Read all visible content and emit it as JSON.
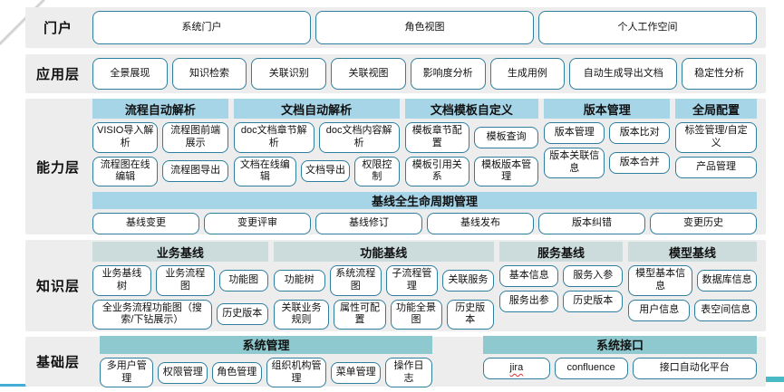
{
  "colors": {
    "band_bg": "#ededed",
    "node_border": "#2e7e9e",
    "capability_header": "#a6d5e8",
    "knowledge_header": "#ccdcdc",
    "foundation_header": "#8dc9cf",
    "bottom_line": "#45aed6",
    "arrow": "#4ab9c6",
    "corner_line": "#c9c9c9",
    "spellcheck_underline": "#e03030"
  },
  "layers": [
    {
      "id": "portal",
      "label": "门户",
      "buttons": [
        {
          "label": "系统门户"
        },
        {
          "label": "角色视图"
        },
        {
          "label": "个人工作空间"
        }
      ]
    },
    {
      "id": "application",
      "label": "应用层",
      "buttons": [
        {
          "label": "全景展现"
        },
        {
          "label": "知识检索"
        },
        {
          "label": "关联识别"
        },
        {
          "label": "关联视图"
        },
        {
          "label": "影响度分析"
        },
        {
          "label": "生成用例"
        },
        {
          "label": "自动生成导出文档",
          "flex": 1.5
        },
        {
          "label": "稳定性分析"
        }
      ]
    },
    {
      "id": "capability",
      "label": "能力层",
      "header_color": "#a6d5e8",
      "groups": [
        {
          "id": "process-auto-parse",
          "title": "流程自动解析",
          "flex": 150,
          "rows": [
            [
              {
                "label": "VISIO导入解析"
              },
              {
                "label": "流程图前端展示"
              }
            ],
            [
              {
                "label": "流程图在线编辑"
              },
              {
                "label": "流程图导出"
              }
            ]
          ]
        },
        {
          "id": "doc-auto-parse",
          "title": "文档自动解析",
          "flex": 183,
          "rows": [
            [
              {
                "label": "doc文档章节解析"
              },
              {
                "label": "doc文档内容解析"
              }
            ],
            [
              {
                "label": "文档在线编辑",
                "flex": 1.2
              },
              {
                "label": "文档导出",
                "flex": 0.9
              },
              {
                "label": "权限控制",
                "flex": 0.8
              }
            ]
          ]
        },
        {
          "id": "doc-template-custom",
          "title": "文档模板自定义",
          "flex": 148,
          "rows": [
            [
              {
                "label": "模板章节配置"
              },
              {
                "label": "模板查询"
              }
            ],
            [
              {
                "label": "模板引用关系"
              },
              {
                "label": "模板版本管理"
              }
            ]
          ]
        },
        {
          "id": "version-management",
          "title": "版本管理",
          "flex": 139,
          "rows": [
            [
              {
                "label": "版本管理"
              },
              {
                "label": "版本比对"
              }
            ],
            [
              {
                "label": "版本关联信息"
              },
              {
                "label": "版本合并"
              }
            ]
          ]
        },
        {
          "id": "global-config",
          "title": "全局配置",
          "flex": 90,
          "rows": [
            [
              {
                "label": "标签管理/自定义"
              }
            ],
            [
              {
                "label": "产品管理"
              }
            ]
          ]
        }
      ],
      "footer_group": {
        "id": "baseline-lifecycle",
        "title": "基线全生命周期管理",
        "items": [
          {
            "label": "基线变更"
          },
          {
            "label": "变更评审"
          },
          {
            "label": "基线修订"
          },
          {
            "label": "基线发布"
          },
          {
            "label": "版本纠错"
          },
          {
            "label": "变更历史"
          }
        ]
      }
    },
    {
      "id": "knowledge",
      "label": "知识层",
      "header_color": "#ccdcdc",
      "groups": [
        {
          "id": "business-baseline",
          "title": "业务基线",
          "flex": 195,
          "rows": [
            [
              {
                "label": "业务基线树"
              },
              {
                "label": "业务流程图"
              },
              {
                "label": "功能图",
                "flex": 0.8
              }
            ],
            [
              {
                "label": "全业务流程功能图（搜索/下钻展示）",
                "flex": 2.6
              },
              {
                "label": "历史版本"
              }
            ]
          ]
        },
        {
          "id": "function-baseline",
          "title": "功能基线",
          "flex": 245,
          "rows": [
            [
              {
                "label": "功能树"
              },
              {
                "label": "系统流程图"
              },
              {
                "label": "子流程管理"
              },
              {
                "label": "关联服务"
              }
            ],
            [
              {
                "label": "关联业务规则",
                "flex": 1.1
              },
              {
                "label": "属性可配置"
              },
              {
                "label": "功能全景图"
              },
              {
                "label": "历史版本",
                "flex": 0.9
              }
            ]
          ]
        },
        {
          "id": "service-baseline",
          "title": "服务基线",
          "flex": 137,
          "rows": [
            [
              {
                "label": "基本信息"
              },
              {
                "label": "服务入参"
              }
            ],
            [
              {
                "label": "服务出参"
              },
              {
                "label": "历史版本"
              }
            ]
          ]
        },
        {
          "id": "model-baseline",
          "title": "模型基线",
          "flex": 143,
          "rows": [
            [
              {
                "label": "模型基本信息",
                "flex": 1.1
              },
              {
                "label": "数据库信息"
              }
            ],
            [
              {
                "label": "用户信息"
              },
              {
                "label": "表空间信息"
              }
            ]
          ]
        }
      ]
    },
    {
      "id": "foundation",
      "label": "基础层",
      "header_color": "#8dc9cf",
      "groups": [
        {
          "id": "system-management",
          "title": "系统管理",
          "flex": 367,
          "ml": 8,
          "rows": [
            [
              {
                "label": "多用户管理"
              },
              {
                "label": "权限管理",
                "flex": 0.9
              },
              {
                "label": "角色管理",
                "flex": 0.9
              },
              {
                "label": "组织机构管理",
                "flex": 1.15
              },
              {
                "label": "菜单管理",
                "flex": 0.9
              },
              {
                "label": "操作日志",
                "flex": 0.85
              }
            ]
          ]
        },
        {
          "id": "system-interface",
          "title": "系统接口",
          "flex": 302,
          "ml": 50,
          "rows": [
            [
              {
                "label": "jira",
                "flex": 0.9,
                "spellcheck": true
              },
              {
                "label": "confluence"
              },
              {
                "label": "接口自动化平台",
                "flex": 1.8
              }
            ]
          ]
        }
      ]
    }
  ]
}
